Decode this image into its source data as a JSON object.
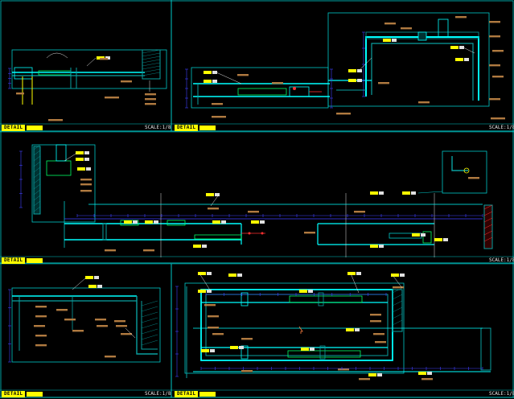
{
  "title_blocks": [
    {
      "detail": "DETAIL",
      "scale": "SCALE:1/8"
    },
    {
      "detail": "DETAIL",
      "scale": "SCALE:1/8"
    },
    {
      "detail": "DETAIL",
      "scale": "SCALE:1/8"
    },
    {
      "detail": "DETAIL",
      "scale": "SCALE:1/8"
    },
    {
      "detail": "DETAIL",
      "scale": "SCALE:1/8"
    }
  ],
  "colors": {
    "background": "#000000",
    "frame": "#00c8c8",
    "cyan": "#00ffff",
    "wall": "#0aa0a0",
    "green": "#00ff66",
    "yellow": "#ffff00",
    "leader": "#e0e0e0",
    "annot": "#b07a40",
    "dim": "#4040ff",
    "red": "#ff3030",
    "magenta": "#ff40ff"
  }
}
